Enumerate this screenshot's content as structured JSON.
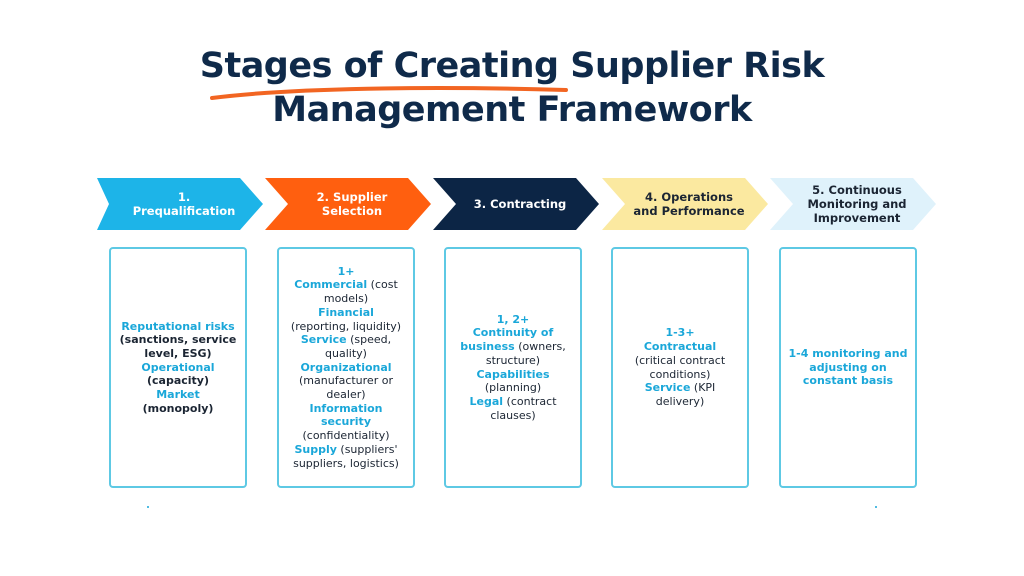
{
  "title": {
    "line1": "Stages of Creating Supplier Risk",
    "line2": "Management Framework",
    "accent_color": "#f26522"
  },
  "stages": [
    {
      "label": "1. Prequalification",
      "color": "#1db4e8",
      "text_color": "#ffffff"
    },
    {
      "label": "2. Supplier Selection",
      "color": "#ff5f0f",
      "text_color": "#ffffff"
    },
    {
      "label": "3. Contracting",
      "color": "#0c2545",
      "text_color": "#ffffff"
    },
    {
      "label": "4. Operations and Performance",
      "color": "#fbe9a0",
      "text_color": "#1b2533"
    },
    {
      "label": "5. Continuous Monitoring and Improvement",
      "color": "#dff2fb",
      "text_color": "#1b2533"
    }
  ],
  "boxes": [
    [
      {
        "hl": "Reputational risks",
        "tx": ""
      },
      {
        "hl": "",
        "tx": "(sanctions, service"
      },
      {
        "hl": "",
        "tx": "level, ESG)"
      },
      {
        "hl": "Operational",
        "tx": ""
      },
      {
        "hl": "",
        "tx": "(capacity)"
      },
      {
        "hl": "Market",
        "tx": ""
      },
      {
        "hl": "",
        "tx": "(monopoly)"
      }
    ],
    [
      {
        "hl": "1+",
        "tx": ""
      },
      {
        "hl": "Commercial",
        "tx": " (cost"
      },
      {
        "hl": "",
        "tx": "models)"
      },
      {
        "hl": "Financial",
        "tx": ""
      },
      {
        "hl": "",
        "tx": "(reporting, liquidity)"
      },
      {
        "hl": "Service",
        "tx": " (speed,"
      },
      {
        "hl": "",
        "tx": "quality)"
      },
      {
        "hl": "Organizational",
        "tx": ""
      },
      {
        "hl": "",
        "tx": "(manufacturer or"
      },
      {
        "hl": "",
        "tx": "dealer)"
      },
      {
        "hl": "Information",
        "tx": ""
      },
      {
        "hl": "security",
        "tx": ""
      },
      {
        "hl": "",
        "tx": "(confidentiality)"
      },
      {
        "hl": "Supply",
        "tx": " (suppliers'"
      },
      {
        "hl": "",
        "tx": "suppliers, logistics)"
      }
    ],
    [
      {
        "hl": "1, 2+",
        "tx": ""
      },
      {
        "hl": "Continuity of",
        "tx": ""
      },
      {
        "hl": "business",
        "tx": " (owners,"
      },
      {
        "hl": "",
        "tx": "structure)"
      },
      {
        "hl": "Capabilities",
        "tx": ""
      },
      {
        "hl": "",
        "tx": "(planning)"
      },
      {
        "hl": "Legal",
        "tx": " (contract"
      },
      {
        "hl": "",
        "tx": "clauses)"
      }
    ],
    [
      {
        "hl": "1-3+",
        "tx": ""
      },
      {
        "hl": "Contractual",
        "tx": ""
      },
      {
        "hl": "",
        "tx": "(critical contract"
      },
      {
        "hl": "",
        "tx": "conditions)"
      },
      {
        "hl": "Service",
        "tx": " (KPI"
      },
      {
        "hl": "",
        "tx": "delivery)"
      }
    ],
    [
      {
        "hl": "1-4 monitoring and",
        "tx": ""
      },
      {
        "hl": "adjusting on",
        "tx": ""
      },
      {
        "hl": "constant basis",
        "tx": ""
      }
    ]
  ]
}
